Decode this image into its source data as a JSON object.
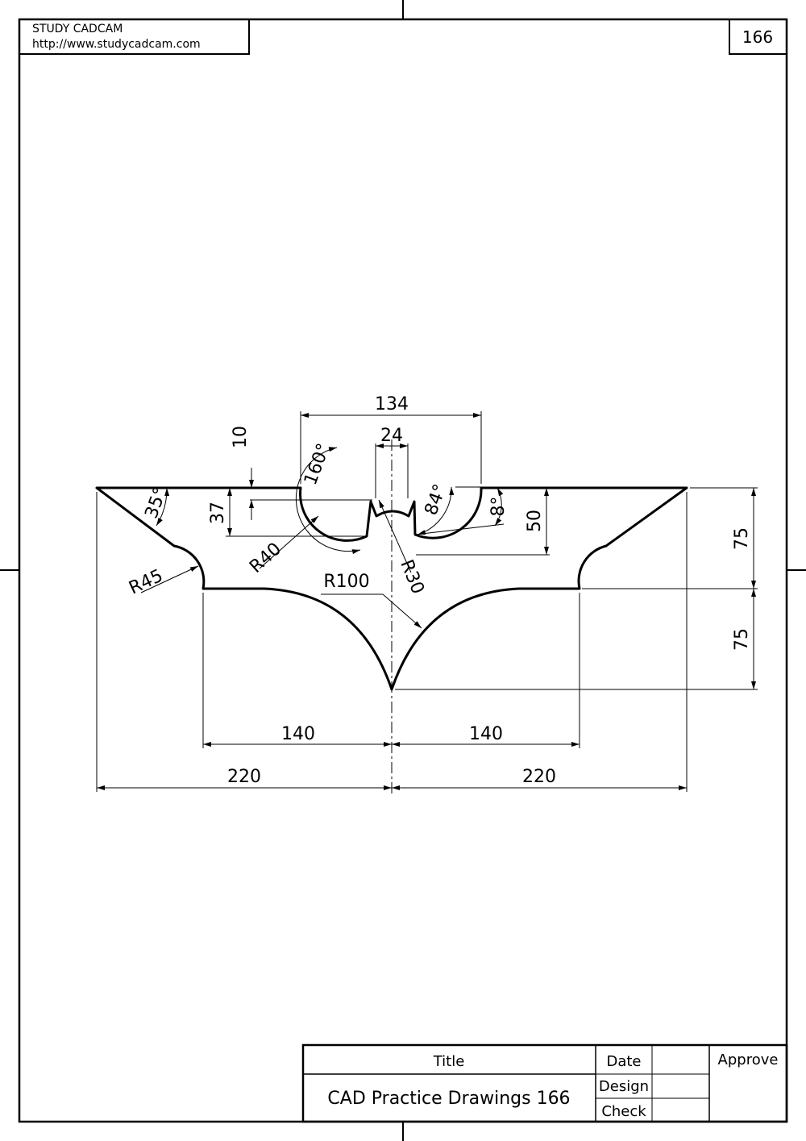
{
  "header": {
    "company": "STUDY CADCAM",
    "url": "http://www.studycadcam.com",
    "sheet_number": "166"
  },
  "drawing": {
    "dimensions": {
      "top_span": "134",
      "center_gap": "24",
      "height_10": "10",
      "angle_160": "160°",
      "angle_35": "35°",
      "height_37": "37",
      "angle_84": "84°",
      "angle_8": "8°",
      "height_50": "50",
      "radius_40": "R40",
      "radius_30": "R30",
      "radius_45": "R45",
      "radius_100": "R100",
      "right_upper_75": "75",
      "right_lower_75": "75",
      "left_140": "140",
      "right_140": "140",
      "left_220": "220",
      "right_220": "220"
    }
  },
  "title_block": {
    "title_label": "Title",
    "title_value": "CAD Practice Drawings 166",
    "date_label": "Date",
    "design_label": "Design",
    "check_label": "Check",
    "approve_label": "Approve"
  }
}
